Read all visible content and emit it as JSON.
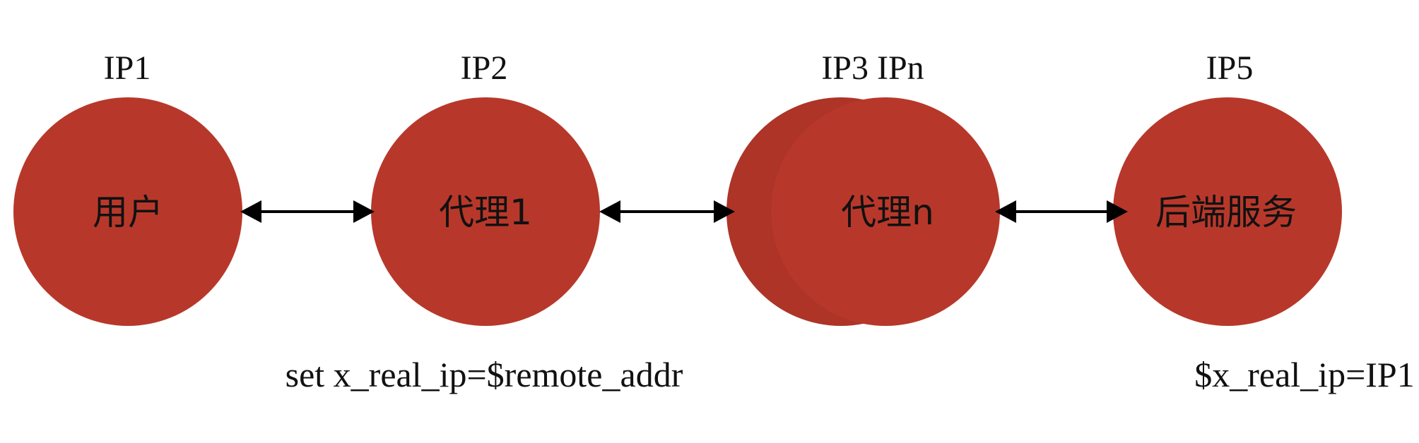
{
  "nodes": {
    "user": {
      "ip": "IP1",
      "label": "用户"
    },
    "proxy1": {
      "ip": "IP2",
      "label": "代理1"
    },
    "proxyn": {
      "ip": "IP3 IPn",
      "label": "代理n"
    },
    "backend": {
      "ip": "IP5",
      "label": "后端服务"
    }
  },
  "notes": {
    "proxy1": "set x_real_ip=$remote_addr",
    "backend": "$x_real_ip=IP1"
  },
  "colors": {
    "node": "#b7382a",
    "node_back": "#ad3427",
    "arrow": "#000000",
    "text": "#111111"
  }
}
